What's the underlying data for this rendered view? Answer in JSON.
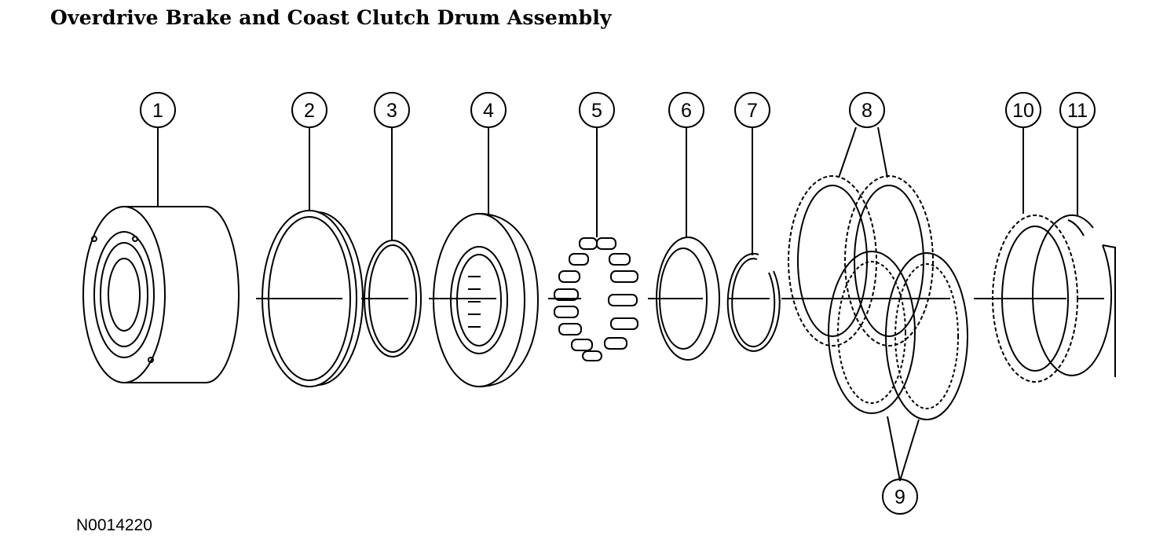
{
  "title": "Overdrive Brake and Coast Clutch Drum Assembly",
  "doc_id": "N0014220",
  "callouts": [
    "1",
    "2",
    "3",
    "4",
    "5",
    "6",
    "7",
    "8",
    "9",
    "10",
    "11"
  ]
}
